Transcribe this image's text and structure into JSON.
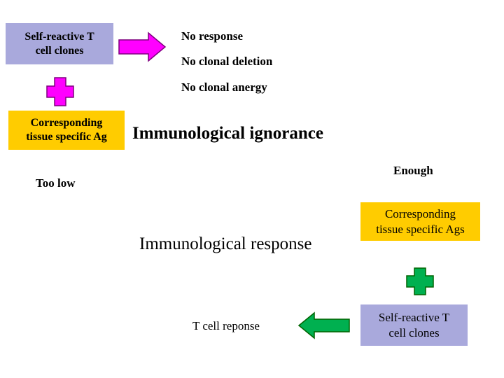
{
  "colors": {
    "lavender_box": "#a9a9dc",
    "gold_box": "#ffcc00",
    "magenta": "#ff00ff",
    "green": "#00b050"
  },
  "top_left": {
    "self_reactive_label": "Self-reactive T\ncell clones",
    "tissue_ag_label": "Corresponding\ntissue specific Ag"
  },
  "outcomes": {
    "no_response": "No response",
    "no_clonal_deletion": "No clonal deletion",
    "no_clonal_anergy": "No  clonal anergy"
  },
  "ignorance_label": "Immunological ignorance",
  "too_low_label": "Too low",
  "enough_label": "Enough",
  "bottom_right": {
    "tissue_ags_label": "Corresponding\ntissue specific Ags",
    "self_reactive_label": "Self-reactive T\ncell clones"
  },
  "response_label": "Immunological response",
  "t_cell_response_label": "T cell reponse",
  "icons": [
    "right-arrow-icon",
    "plus-icon",
    "plus-icon",
    "left-arrow-icon"
  ]
}
